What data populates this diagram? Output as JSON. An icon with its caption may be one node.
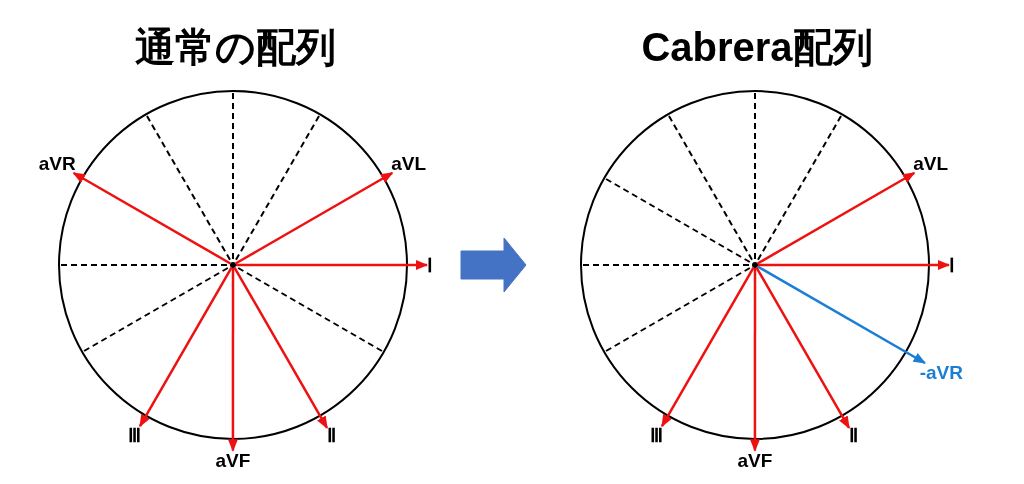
{
  "diagram": {
    "nodes": [
      {
        "text": [
          "通常の配列"
        ]
      },
      {
        "text": [],
        "shape": "circle",
        "in": 0
      },
      {
        "text": [
          "aVR"
        ]
      },
      {
        "text": [
          "aVL"
        ]
      },
      {
        "text": [
          "Ⅰ"
        ]
      },
      {
        "text": [
          "Ⅲ"
        ]
      },
      {
        "text": [
          "aVF"
        ]
      },
      {
        "text": [
          "Ⅱ"
        ]
      },
      {
        "text": [
          "Cabrera配列"
        ]
      },
      {
        "text": [],
        "shape": "circle",
        "in": 8
      },
      {
        "text": [
          "aVL"
        ]
      },
      {
        "text": [
          "Ⅰ"
        ]
      },
      {
        "text": [
          "-aVR"
        ]
      },
      {
        "text": [
          "Ⅲ"
        ]
      },
      {
        "text": [
          "aVF"
        ]
      },
      {
        "text": [
          "Ⅱ"
        ]
      }
    ],
    "edges": [
      {
        "from": 1,
        "to": 2,
        "arrow": "to"
      },
      {
        "from": 1,
        "to": 3,
        "arrow": "to"
      },
      {
        "from": 1,
        "to": 4,
        "arrow": "to"
      },
      {
        "from": 1,
        "to": 5,
        "arrow": "to"
      },
      {
        "from": 1,
        "to": 6,
        "arrow": "to"
      },
      {
        "from": 1,
        "to": 7,
        "arrow": "to"
      },
      {
        "from": 0,
        "to": 8,
        "arrow": "to",
        "style": "thick",
        "color": "#4472c4"
      },
      {
        "from": 9,
        "to": 10,
        "arrow": "to"
      },
      {
        "from": 9,
        "to": 11,
        "arrow": "to"
      },
      {
        "from": 9,
        "to": 12,
        "arrow": "to",
        "color": "#1a7fd4"
      },
      {
        "from": 9,
        "to": 13,
        "arrow": "to"
      },
      {
        "from": 9,
        "to": 14,
        "arrow": "to"
      },
      {
        "from": 9,
        "to": 15,
        "arrow": "to"
      }
    ]
  }
}
